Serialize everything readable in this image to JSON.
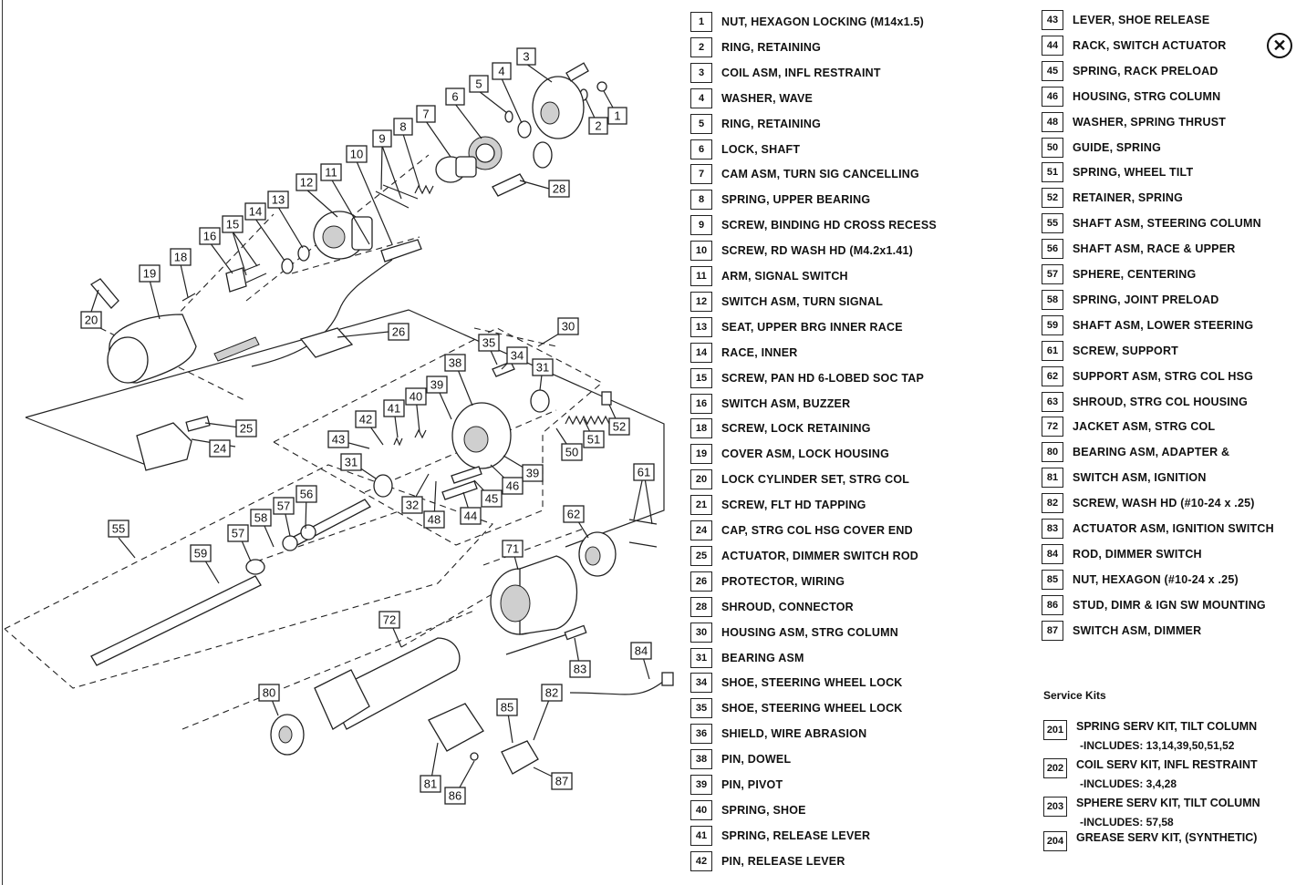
{
  "close_button": {
    "icon": "close-icon",
    "glyph": "✕"
  },
  "diagram_callouts": [
    "1",
    "2",
    "3",
    "4",
    "5",
    "6",
    "7",
    "8",
    "9",
    "10",
    "11",
    "12",
    "13",
    "14",
    "15",
    "16",
    "18",
    "19",
    "20",
    "24",
    "25",
    "26",
    "28",
    "30",
    "31",
    "31",
    "32",
    "34",
    "35",
    "38",
    "39",
    "39",
    "40",
    "41",
    "42",
    "43",
    "44",
    "45",
    "46",
    "48",
    "50",
    "51",
    "52",
    "55",
    "56",
    "57",
    "57",
    "58",
    "59",
    "61",
    "62",
    "71",
    "72",
    "80",
    "81",
    "82",
    "83",
    "84",
    "85",
    "86",
    "87"
  ],
  "parts_left": [
    {
      "num": "1",
      "desc": "NUT, HEXAGON LOCKING (M14x1.5)"
    },
    {
      "num": "2",
      "desc": "RING, RETAINING"
    },
    {
      "num": "3",
      "desc": "COIL ASM, INFL RESTRAINT"
    },
    {
      "num": "4",
      "desc": "WASHER, WAVE"
    },
    {
      "num": "5",
      "desc": "RING, RETAINING"
    },
    {
      "num": "6",
      "desc": "LOCK, SHAFT"
    },
    {
      "num": "7",
      "desc": "CAM ASM, TURN SIG CANCELLING"
    },
    {
      "num": "8",
      "desc": "SPRING, UPPER BEARING"
    },
    {
      "num": "9",
      "desc": "SCREW, BINDING HD CROSS RECESS"
    },
    {
      "num": "10",
      "desc": "SCREW, RD WASH HD (M4.2x1.41)"
    },
    {
      "num": "11",
      "desc": "ARM, SIGNAL SWITCH"
    },
    {
      "num": "12",
      "desc": "SWITCH ASM, TURN SIGNAL"
    },
    {
      "num": "13",
      "desc": "SEAT, UPPER BRG INNER RACE"
    },
    {
      "num": "14",
      "desc": "RACE, INNER"
    },
    {
      "num": "15",
      "desc": "SCREW, PAN HD 6-LOBED SOC TAP"
    },
    {
      "num": "16",
      "desc": "SWITCH ASM, BUZZER"
    },
    {
      "num": "18",
      "desc": "SCREW, LOCK RETAINING"
    },
    {
      "num": "19",
      "desc": "COVER ASM, LOCK HOUSING"
    },
    {
      "num": "20",
      "desc": "LOCK CYLINDER SET, STRG COL"
    },
    {
      "num": "21",
      "desc": "SCREW, FLT HD TAPPING"
    },
    {
      "num": "24",
      "desc": "CAP, STRG COL HSG COVER END"
    },
    {
      "num": "25",
      "desc": "ACTUATOR, DIMMER SWITCH ROD"
    },
    {
      "num": "26",
      "desc": "PROTECTOR, WIRING"
    },
    {
      "num": "28",
      "desc": "SHROUD, CONNECTOR"
    },
    {
      "num": "30",
      "desc": "HOUSING ASM, STRG COLUMN"
    },
    {
      "num": "31",
      "desc": "BEARING ASM"
    },
    {
      "num": "34",
      "desc": "SHOE, STEERING WHEEL LOCK"
    },
    {
      "num": "35",
      "desc": "SHOE, STEERING WHEEL LOCK"
    },
    {
      "num": "36",
      "desc": "SHIELD, WIRE ABRASION"
    },
    {
      "num": "38",
      "desc": "PIN, DOWEL"
    },
    {
      "num": "39",
      "desc": "PIN, PIVOT"
    },
    {
      "num": "40",
      "desc": "SPRING, SHOE"
    },
    {
      "num": "41",
      "desc": "SPRING, RELEASE LEVER"
    },
    {
      "num": "42",
      "desc": "PIN, RELEASE LEVER"
    }
  ],
  "parts_right": [
    {
      "num": "43",
      "desc": "LEVER, SHOE RELEASE"
    },
    {
      "num": "44",
      "desc": "RACK, SWITCH ACTUATOR"
    },
    {
      "num": "45",
      "desc": "SPRING, RACK PRELOAD"
    },
    {
      "num": "46",
      "desc": "HOUSING, STRG COLUMN"
    },
    {
      "num": "48",
      "desc": "WASHER, SPRING THRUST"
    },
    {
      "num": "50",
      "desc": "GUIDE, SPRING"
    },
    {
      "num": "51",
      "desc": "SPRING, WHEEL TILT"
    },
    {
      "num": "52",
      "desc": "RETAINER, SPRING"
    },
    {
      "num": "55",
      "desc": "SHAFT ASM, STEERING COLUMN"
    },
    {
      "num": "56",
      "desc": "SHAFT ASM, RACE & UPPER"
    },
    {
      "num": "57",
      "desc": "SPHERE, CENTERING"
    },
    {
      "num": "58",
      "desc": "SPRING, JOINT PRELOAD"
    },
    {
      "num": "59",
      "desc": "SHAFT ASM, LOWER STEERING"
    },
    {
      "num": "61",
      "desc": "SCREW, SUPPORT"
    },
    {
      "num": "62",
      "desc": "SUPPORT ASM, STRG COL HSG"
    },
    {
      "num": "63",
      "desc": "SHROUD, STRG COL HOUSING"
    },
    {
      "num": "72",
      "desc": "JACKET ASM, STRG COL"
    },
    {
      "num": "80",
      "desc": "BEARING ASM, ADAPTER &"
    },
    {
      "num": "81",
      "desc": "SWITCH ASM, IGNITION"
    },
    {
      "num": "82",
      "desc": "SCREW, WASH HD (#10-24 x .25)"
    },
    {
      "num": "83",
      "desc": "ACTUATOR ASM, IGNITION SWITCH"
    },
    {
      "num": "84",
      "desc": "ROD, DIMMER SWITCH"
    },
    {
      "num": "85",
      "desc": "NUT, HEXAGON (#10-24 x .25)"
    },
    {
      "num": "86",
      "desc": "STUD, DIMR & IGN SW MOUNTING"
    },
    {
      "num": "87",
      "desc": "SWITCH ASM, DIMMER"
    }
  ],
  "service_kits": {
    "title": "Service Kits",
    "kits": [
      {
        "num": "201",
        "name": "SPRING SERV KIT, TILT COLUMN",
        "includes": "-INCLUDES: 13,14,39,50,51,52"
      },
      {
        "num": "202",
        "name": "COIL SERV KIT, INFL RESTRAINT",
        "includes": "-INCLUDES: 3,4,28"
      },
      {
        "num": "203",
        "name": "SPHERE SERV KIT, TILT COLUMN",
        "includes": "-INCLUDES: 57,58"
      },
      {
        "num": "204",
        "name": "GREASE SERV KIT, (SYNTHETIC)",
        "includes": ""
      }
    ]
  }
}
